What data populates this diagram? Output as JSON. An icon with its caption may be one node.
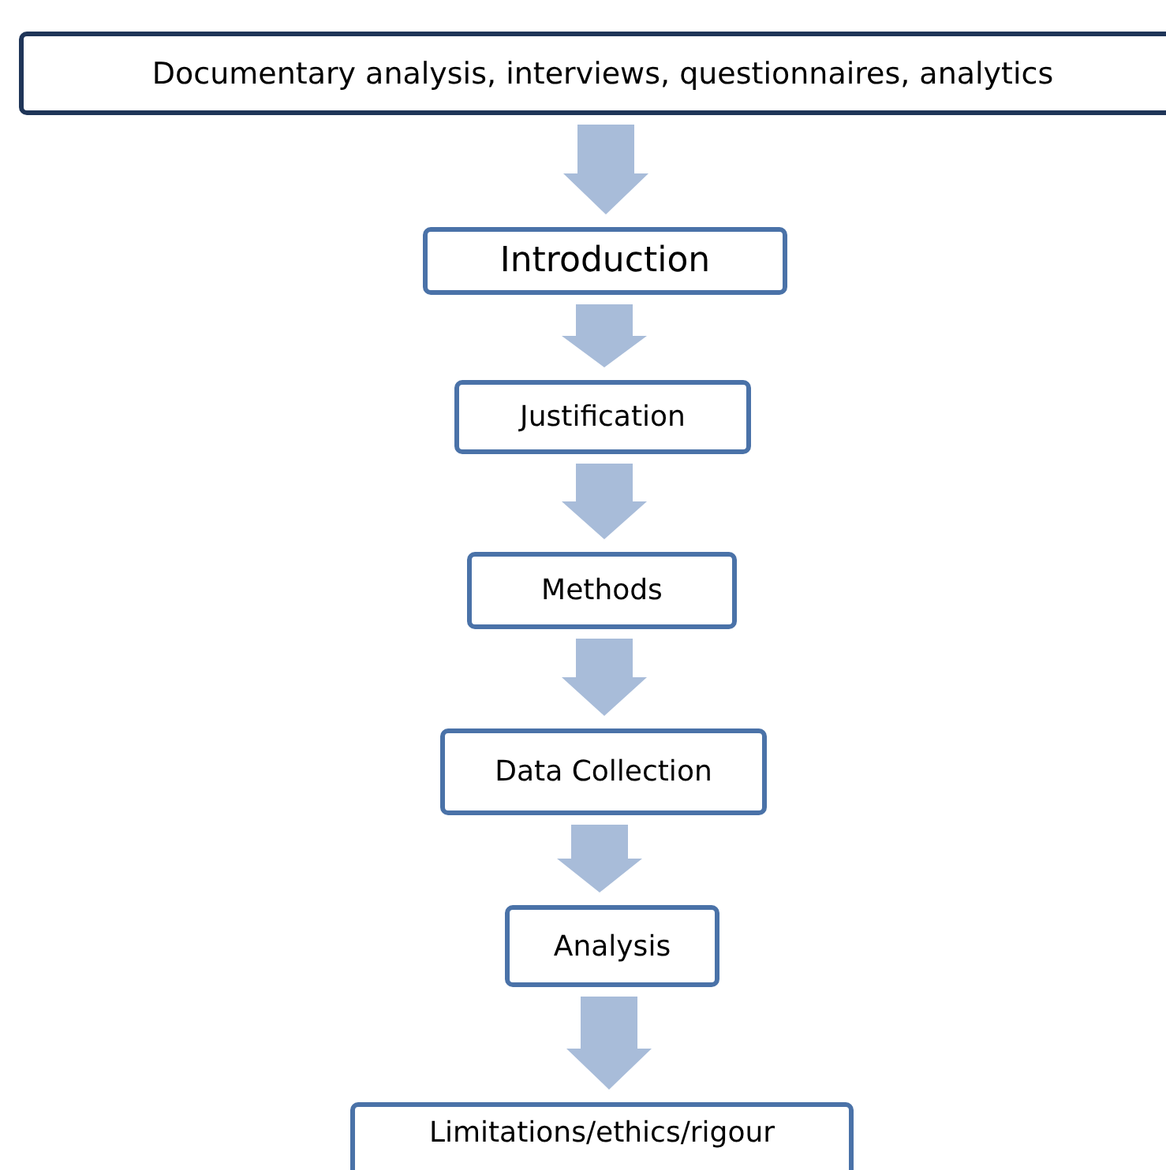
{
  "diagram": {
    "nodes": [
      {
        "text": [
          "Documentary analysis, interviews, questionnaires, analytics"
        ]
      },
      {
        "text": [
          "Introduction"
        ]
      },
      {
        "text": [
          "Justification"
        ]
      },
      {
        "text": [
          "Methods"
        ]
      },
      {
        "text": [
          "Data Collection"
        ]
      },
      {
        "text": [
          "Analysis"
        ]
      },
      {
        "text": [
          "Limitations/ethics/rigour"
        ]
      }
    ],
    "edges": [
      {
        "from": 0,
        "to": 1,
        "arrow": "to"
      },
      {
        "from": 1,
        "to": 2,
        "arrow": "to"
      },
      {
        "from": 2,
        "to": 3,
        "arrow": "to"
      },
      {
        "from": 3,
        "to": 4,
        "arrow": "to"
      },
      {
        "from": 4,
        "to": 5,
        "arrow": "to"
      },
      {
        "from": 5,
        "to": 6,
        "arrow": "to"
      }
    ]
  }
}
